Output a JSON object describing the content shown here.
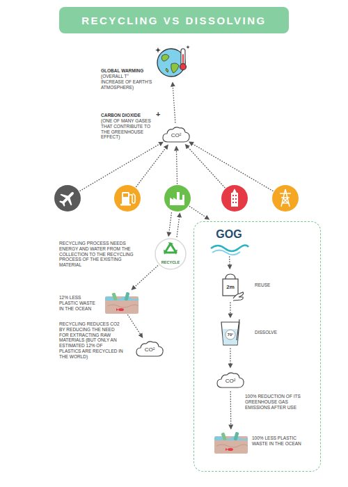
{
  "diagram": {
    "title": "RECYCLING VS DISSOLVING",
    "nodes": [
      {
        "text": []
      },
      {
        "text": [
          "CO²"
        ]
      },
      {
        "text": []
      },
      {
        "text": []
      },
      {
        "text": []
      },
      {
        "text": []
      },
      {
        "text": []
      },
      {
        "text": [
          "RECYCLE"
        ]
      },
      {
        "text": []
      },
      {
        "text": [
          "CO²"
        ]
      },
      {
        "text": []
      },
      {
        "text": [
          "GOG"
        ],
        "in": 10
      },
      {
        "text": [
          "2m"
        ],
        "in": 10
      },
      {
        "text": [
          "70°"
        ],
        "in": 10
      },
      {
        "text": [
          "CO²"
        ],
        "in": 10
      },
      {
        "text": [],
        "in": 10
      }
    ],
    "edges": [
      {
        "from": 1,
        "to": 0,
        "arrow": "to"
      },
      {
        "from": 2,
        "to": 1,
        "arrow": "to"
      },
      {
        "from": 3,
        "to": 1,
        "arrow": "to"
      },
      {
        "from": 4,
        "to": 1,
        "arrow": "to"
      },
      {
        "from": 5,
        "to": 1,
        "arrow": "to"
      },
      {
        "from": 6,
        "to": 1,
        "arrow": "to"
      },
      {
        "from": 4,
        "to": 7,
        "arrow": "to"
      },
      {
        "from": 7,
        "to": 4,
        "arrow": "to"
      },
      {
        "from": 4,
        "to": 10,
        "arrow": "to"
      },
      {
        "from": 7,
        "to": 8,
        "arrow": "to"
      },
      {
        "from": 8,
        "to": 9,
        "arrow": "to"
      },
      {
        "from": 11,
        "to": 12,
        "arrow": "to"
      },
      {
        "from": 12,
        "to": 13,
        "arrow": "to"
      },
      {
        "from": 13,
        "to": 14,
        "arrow": "to"
      },
      {
        "from": 14,
        "to": 15,
        "arrow": "to"
      }
    ],
    "labels": [
      "GLOBAL WARMING",
      "(OVERALL T° INCREASE OF EARTH'S ATMOSPHERE)",
      "CARBON DIOXIDE",
      "(ONE OF MANY GASES THAT CONTRIBUTE TO THE GREENHOUSE EFFECT)",
      "+",
      "RECYCLING PROCESS NEEDS ENERGY AND WATER FROM THE COLLECTION TO THE RECYCLING PROCESS OF THE EXISTING MATERIAL",
      "12% LESS PLASTIC WASTE IN THE OCEAN",
      "RECYCLING REDUCES CO2 BY REDUCING THE NEED FOR EXTRACTING RAW MATERIALS (BUT ONLY AN ESTIMATED 12% OF PLASTICS ARE RECYCLED IN THE WORLD)",
      "REUSE",
      "DISSOLVE",
      "100% REDUCTION OF ITS GREENHOUSE GAS EMISSIONS AFTER USE",
      "100% LESS PLASTIC WASTE IN THE OCEAN"
    ]
  }
}
